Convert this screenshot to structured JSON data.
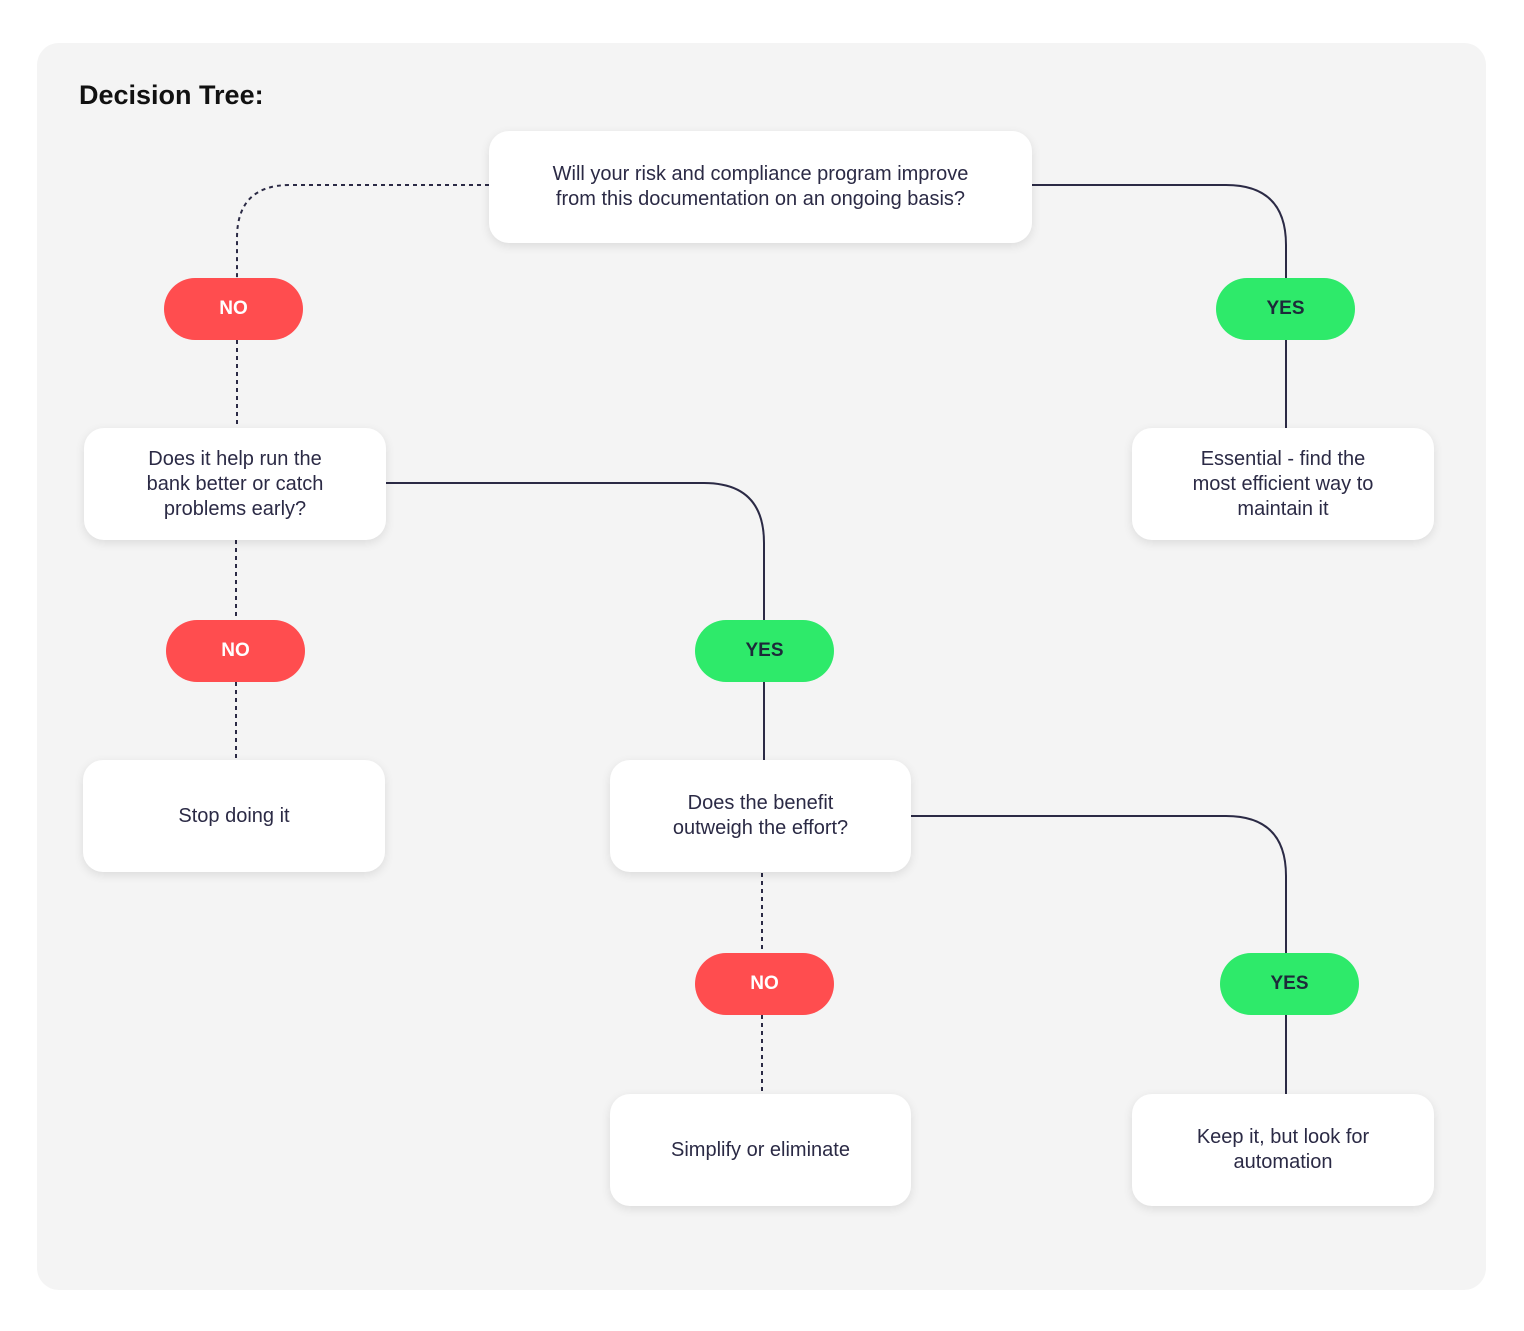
{
  "title": "Decision Tree:",
  "colors": {
    "no": "#ff4d4f",
    "yes": "#2eea6a",
    "line": "#2b2a45",
    "node_text": "#2b2a45"
  },
  "nodes": {
    "q1": "Will your risk and compliance program improve\nfrom this documentation on an ongoing basis?",
    "q2": "Does it help run the\nbank better or catch\nproblems early?",
    "essential": "Essential - find the\nmost efficient way to\nmaintain it",
    "stop": "Stop doing it",
    "q3": "Does the benefit\noutweigh the effort?",
    "simplify": "Simplify or eliminate",
    "keep": "Keep it, but look for\nautomation"
  },
  "answers": {
    "q1_no": "NO",
    "q1_yes": "YES",
    "q2_no": "NO",
    "q2_yes": "YES",
    "q3_no": "NO",
    "q3_yes": "YES"
  }
}
